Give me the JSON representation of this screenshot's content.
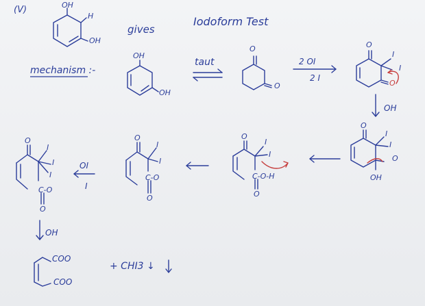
{
  "notes": {
    "item_label": "(V)",
    "gives": "gives",
    "test_name": "Iodoform Test",
    "mechanism_label": "mechanism :-",
    "taut": "taut",
    "reagent_top": "2 OI",
    "reagent_bottom": "2 I",
    "base_1": "OH",
    "reagent_left_top": "OI",
    "reagent_left_bottom": "I",
    "base_2": "OH",
    "byproduct": "+ CHI3 ↓",
    "oh": "OH",
    "o": "O",
    "h": "H",
    "i": "I",
    "o_minus": "-O",
    "c_o_minus": "C-O",
    "c_o_h": "C-O-H",
    "coo_top": "COO",
    "coo_bottom": "COO"
  },
  "colors": {
    "ink": "#2b3d9a",
    "correction": "#c63d3d",
    "paper": "#eef0f2"
  }
}
